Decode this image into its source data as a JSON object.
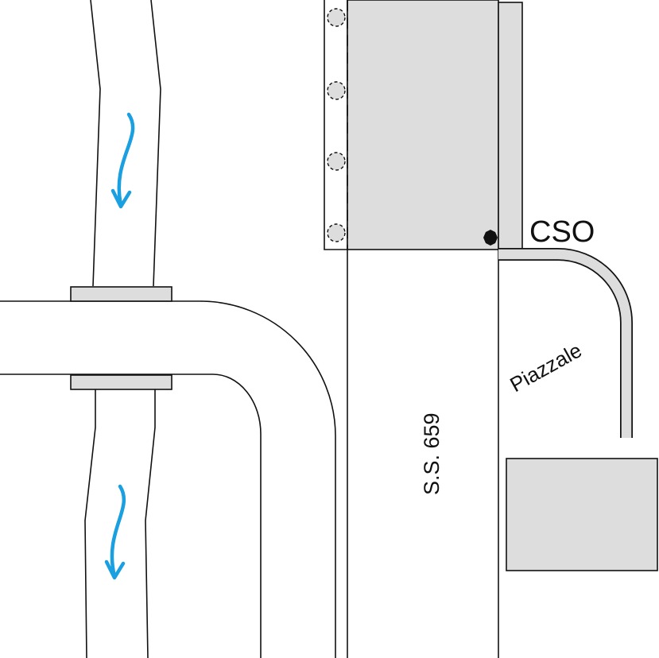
{
  "map": {
    "labels": {
      "cso": "CSO",
      "road": "S.S. 659",
      "square": "Piazzale"
    },
    "colors": {
      "line": "#111111",
      "structure_fill": "#dddddd",
      "flow_arrow": "#1a9fe0",
      "background": "#ffffff"
    },
    "features": {
      "flow_arrows": [
        "flow-direction-arrow-upstream",
        "flow-direction-arrow-downstream"
      ],
      "outfall_marker": "cso-outfall-point"
    }
  }
}
